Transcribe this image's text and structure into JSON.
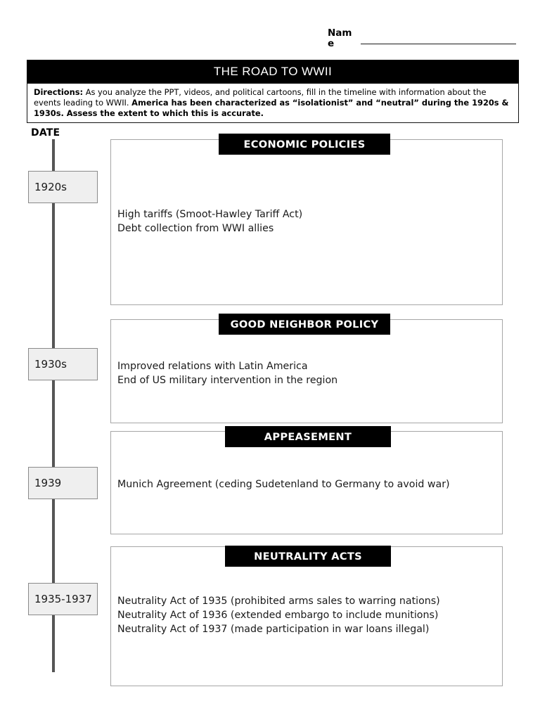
{
  "header": {
    "name_label": "Name",
    "name_value": "",
    "title": "THE ROAD TO WWII"
  },
  "directions": {
    "label": "Directions:",
    "part1": " As you analyze the PPT, videos, and political cartoons, fill in the timeline with information about the events leading to WWII. ",
    "part2": "America has been characterized as “isolationist” and “neutral” during the 1920s & 1930s. Assess the extent to which this is accurate."
  },
  "timeline": {
    "date_column_label": "DATE",
    "entries": [
      {
        "date": "1920s",
        "heading": "ECONOMIC POLICIES",
        "body": "High tariffs (Smoot-Hawley Tariff Act)\nDebt collection from WWI allies"
      },
      {
        "date": "1930s",
        "heading": "GOOD NEIGHBOR POLICY",
        "body": "Improved relations with Latin America\nEnd of US military intervention in the region"
      },
      {
        "date": "1939",
        "heading": "APPEASEMENT",
        "body": "Munich Agreement (ceding Sudetenland to Germany to avoid war)"
      },
      {
        "date": "1935-1937",
        "heading": "NEUTRALITY ACTS",
        "body": "Neutrality Act of 1935 (prohibited arms sales to warring nations)\nNeutrality Act of 1936 (extended embargo to include munitions)\nNeutrality Act of 1937 (made participation in war loans illegal)"
      }
    ]
  },
  "colors": {
    "banner_bg": "#000000",
    "banner_fg": "#ffffff",
    "chip_bg": "#efefef",
    "chip_border": "#8a8a8a",
    "box_border": "#a6a6a6",
    "spine": "#555555"
  }
}
